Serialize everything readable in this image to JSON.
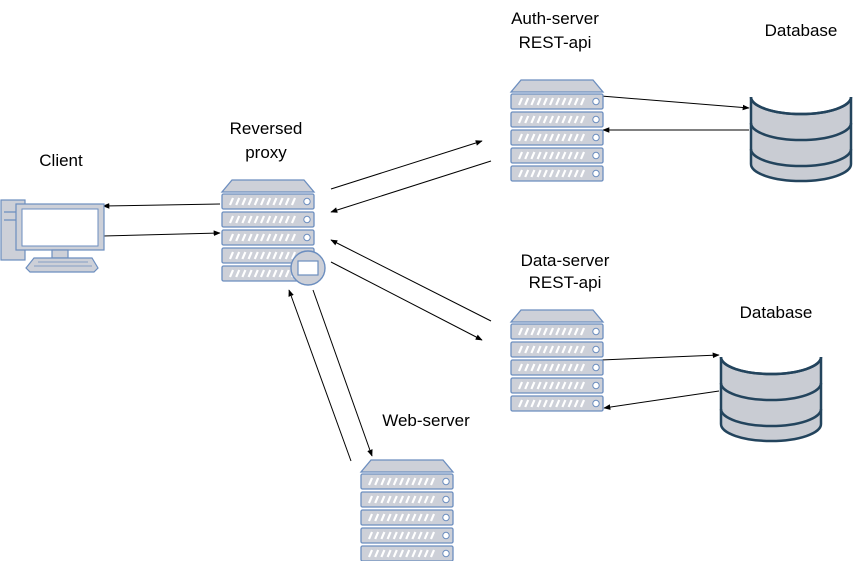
{
  "labels": {
    "client": "Client",
    "proxy_line1": "Reversed",
    "proxy_line2": "proxy",
    "auth_line1": "Auth-server",
    "auth_line2": "REST-api",
    "db_top": "Database",
    "data_line1": "Data-server",
    "data_line2": "REST-api",
    "db_bottom": "Database",
    "web": "Web-server"
  },
  "colors": {
    "server_fill": "#CDD0D8",
    "server_stroke": "#6C8EBF",
    "db_fill": "#C9CCD3",
    "db_stroke": "#23445D",
    "monitor_screen": "#FFFFFF",
    "arrow": "#000000"
  },
  "nodes": [
    {
      "id": "client",
      "icon": "desktop-computer-icon"
    },
    {
      "id": "reversed-proxy",
      "icon": "proxy-server-icon"
    },
    {
      "id": "auth-server",
      "icon": "server-rack-icon"
    },
    {
      "id": "data-server",
      "icon": "server-rack-icon"
    },
    {
      "id": "web-server",
      "icon": "server-rack-icon"
    },
    {
      "id": "database-top",
      "icon": "database-icon"
    },
    {
      "id": "database-bottom",
      "icon": "database-icon"
    }
  ],
  "edges": [
    {
      "from": "reversed-proxy",
      "to": "client"
    },
    {
      "from": "client",
      "to": "reversed-proxy"
    },
    {
      "from": "reversed-proxy",
      "to": "auth-server"
    },
    {
      "from": "auth-server",
      "to": "reversed-proxy"
    },
    {
      "from": "data-server",
      "to": "reversed-proxy"
    },
    {
      "from": "reversed-proxy",
      "to": "data-server"
    },
    {
      "from": "web-server",
      "to": "reversed-proxy"
    },
    {
      "from": "reversed-proxy",
      "to": "web-server"
    },
    {
      "from": "auth-server",
      "to": "database-top"
    },
    {
      "from": "database-top",
      "to": "auth-server"
    },
    {
      "from": "data-server",
      "to": "database-bottom"
    },
    {
      "from": "database-bottom",
      "to": "data-server"
    }
  ]
}
